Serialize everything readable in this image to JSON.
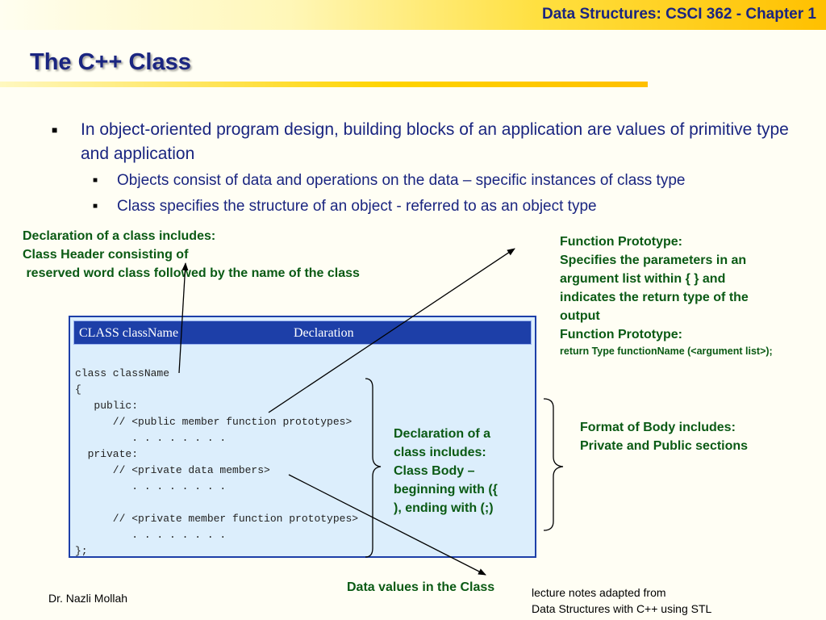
{
  "header": {
    "course_title": "Data Structures:  CSCI 362 - Chapter 1"
  },
  "slide": {
    "title": "The C++ Class"
  },
  "bullets": {
    "main": "In object-oriented program design, building blocks of an application are values of primitive type and application",
    "sub": [
      "Objects consist of data and operations on the data – specific instances of class type",
      "Class specifies the structure of an object - referred to as an object type"
    ]
  },
  "notes": {
    "class_header": [
      "Declaration of a class includes:",
      "Class Header consisting of",
      " reserved word class followed by the name of the class"
    ],
    "function_prototype": [
      "Function Prototype:",
      "Specifies the parameters in an",
      "argument list within { } and",
      "indicates the return type of the",
      "output",
      "Function Prototype:"
    ],
    "function_prototype_syntax": "return Type functionName (<argument list>);",
    "class_body": [
      "Declaration of a",
      "class includes:",
      "Class Body –",
      "beginning with ({",
      "), ending with (;)"
    ],
    "format_of_body": [
      "Format of Body includes:",
      "Private and Public sections"
    ],
    "data_values": "Data values in the Class"
  },
  "code_box": {
    "header_left": "CLASS className",
    "header_right": "Declaration",
    "lines": [
      "class className",
      "{",
      "   public:",
      "      // <public member function prototypes>",
      "         . . . . . . . .",
      "  private:",
      "      // <private data members>",
      "         . . . . . . . .",
      "",
      "      // <private member function prototypes>",
      "         . . . . . . . .",
      "};"
    ]
  },
  "footer": {
    "author": "Dr. Nazli Mollah",
    "source_line1": "lecture notes adapted from",
    "source_line2": "Data Structures with C++ using STL"
  },
  "colors": {
    "title_navy": "#1a2580",
    "note_green": "#0a5a14",
    "code_header_blue": "#1d3fa8",
    "code_background": "#dceefc",
    "header_gold": "#ffc000"
  }
}
